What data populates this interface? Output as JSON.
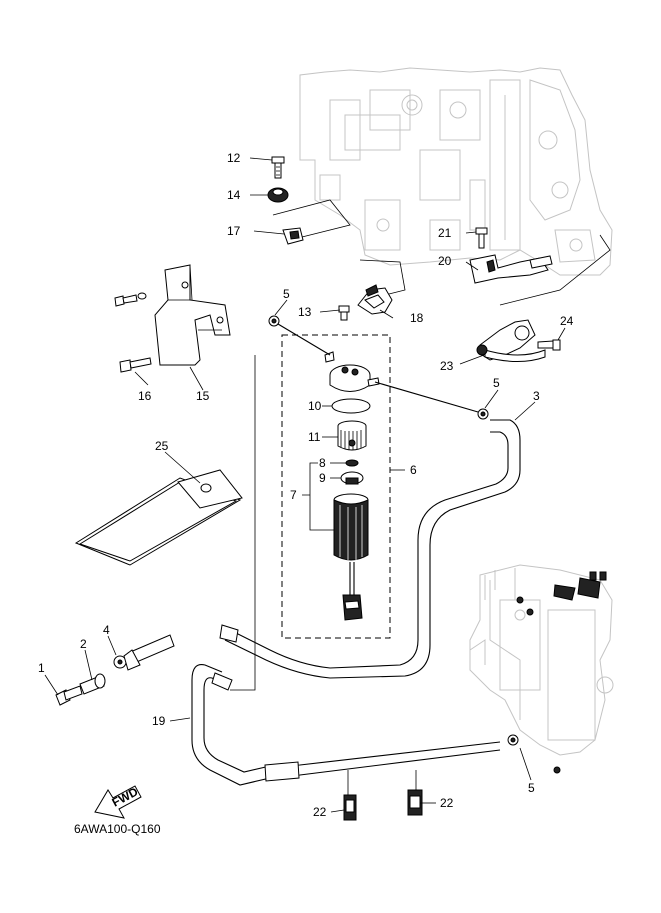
{
  "diagram_code": "6AWA100-Q160",
  "fwd_label": "FWD",
  "callouts": {
    "c1": "1",
    "c2": "2",
    "c3": "3",
    "c4": "4",
    "c5a": "5",
    "c5b": "5",
    "c5c": "5",
    "c6": "6",
    "c7": "7",
    "c8": "8",
    "c9": "9",
    "c10": "10",
    "c11": "11",
    "c12": "12",
    "c13": "13",
    "c14": "14",
    "c15": "15",
    "c16": "16",
    "c17": "17",
    "c18": "18",
    "c19": "19",
    "c20": "20",
    "c21": "21",
    "c22a": "22",
    "c22b": "22",
    "c23": "23",
    "c24": "24",
    "c25": "25"
  }
}
